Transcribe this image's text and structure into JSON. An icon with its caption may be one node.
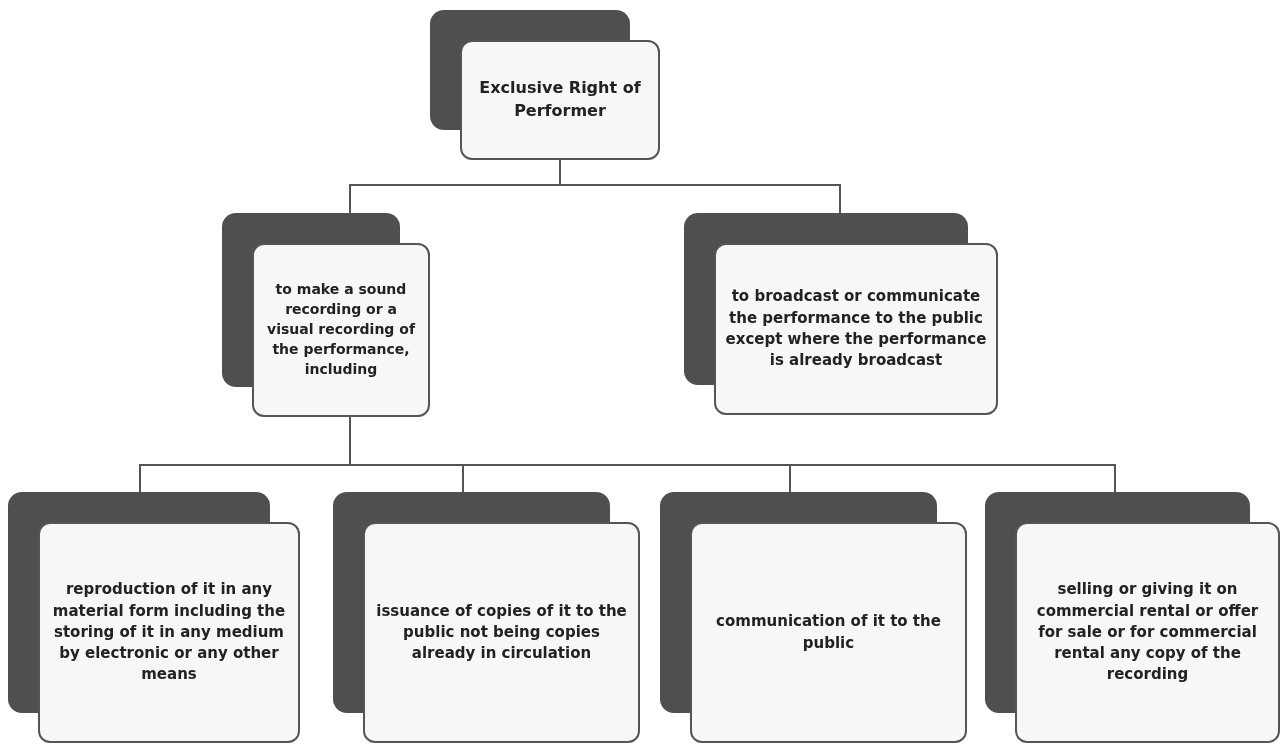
{
  "diagram": {
    "nodes": [
      {
        "text": [
          "Exclusive Right of Performer"
        ]
      },
      {
        "text": [
          "to make a sound recording or a visual recording of the performance, including"
        ]
      },
      {
        "text": [
          "to broadcast or communicate the performance to the public except where the performance is already broadcast"
        ]
      },
      {
        "text": [
          "reproduction of it in any material form including the storing of it in any medium by electronic or any other means"
        ]
      },
      {
        "text": [
          "issuance of copies of it to the public not being copies already in circulation"
        ]
      },
      {
        "text": [
          "communication of it to the public"
        ]
      },
      {
        "text": [
          "selling or giving it on commercial rental or offer for sale or for commercial rental any copy of the recording"
        ]
      }
    ],
    "edges": [
      {
        "from": 0,
        "to": 1,
        "arrow": "none"
      },
      {
        "from": 0,
        "to": 2,
        "arrow": "none"
      },
      {
        "from": 1,
        "to": 3,
        "arrow": "none"
      },
      {
        "from": 1,
        "to": 4,
        "arrow": "none"
      },
      {
        "from": 1,
        "to": 5,
        "arrow": "none"
      },
      {
        "from": 1,
        "to": 6,
        "arrow": "none"
      }
    ]
  }
}
